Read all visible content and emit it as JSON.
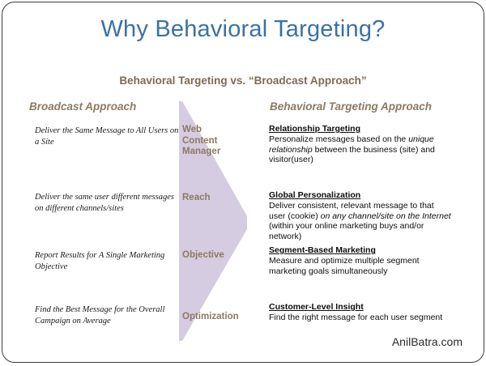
{
  "slide": {
    "title": "Why Behavioral Targeting?",
    "subtitle": "Behavioral Targeting vs. “Broadcast Approach”",
    "footer": "AnilBatra.com",
    "colors": {
      "title": "#3a72a4",
      "subtitle": "#7c6c55",
      "column_header": "#8a7b63",
      "arrow_fill": "#d5ccE1",
      "body_text": "#0d0d0d",
      "border": "#3b3b3b"
    }
  },
  "columns": {
    "left_header": "Broadcast Approach",
    "right_header": "Behavioral Targeting Approach"
  },
  "arrow": {
    "shape": "right-pointing-arrow",
    "stages": [
      {
        "label_lines": [
          "Web",
          "Content",
          "Manager"
        ]
      },
      {
        "label_lines": [
          "Reach"
        ]
      },
      {
        "label_lines": [
          "Objective"
        ]
      },
      {
        "label_lines": [
          "Optimization"
        ]
      }
    ]
  },
  "left_items": [
    {
      "text": "Deliver the Same Message to All Users on a Site"
    },
    {
      "text": "Deliver the same user different messages on different channels/sites"
    },
    {
      "text": "Report Results for A Single Marketing Objective"
    },
    {
      "text": "Find the Best Message for the Overall Campaign on Average"
    }
  ],
  "right_items": [
    {
      "heading": "Relationship Targeting",
      "body_html": "Personalize messages based on the <em>unique relationship</em> between the business (site) and visitor(user)"
    },
    {
      "heading": "Global Personalization",
      "body_html": "Deliver consistent, relevant message to that user (cookie) <em>on any channel/site on the Internet</em> (within your online marketing buys and/or network)"
    },
    {
      "heading": "Segment-Based Marketing",
      "body_html": "Measure and optimize multiple segment marketing goals simultaneously"
    },
    {
      "heading": "Customer-Level Insight",
      "body_html": "Find the right message for each user segment"
    }
  ]
}
